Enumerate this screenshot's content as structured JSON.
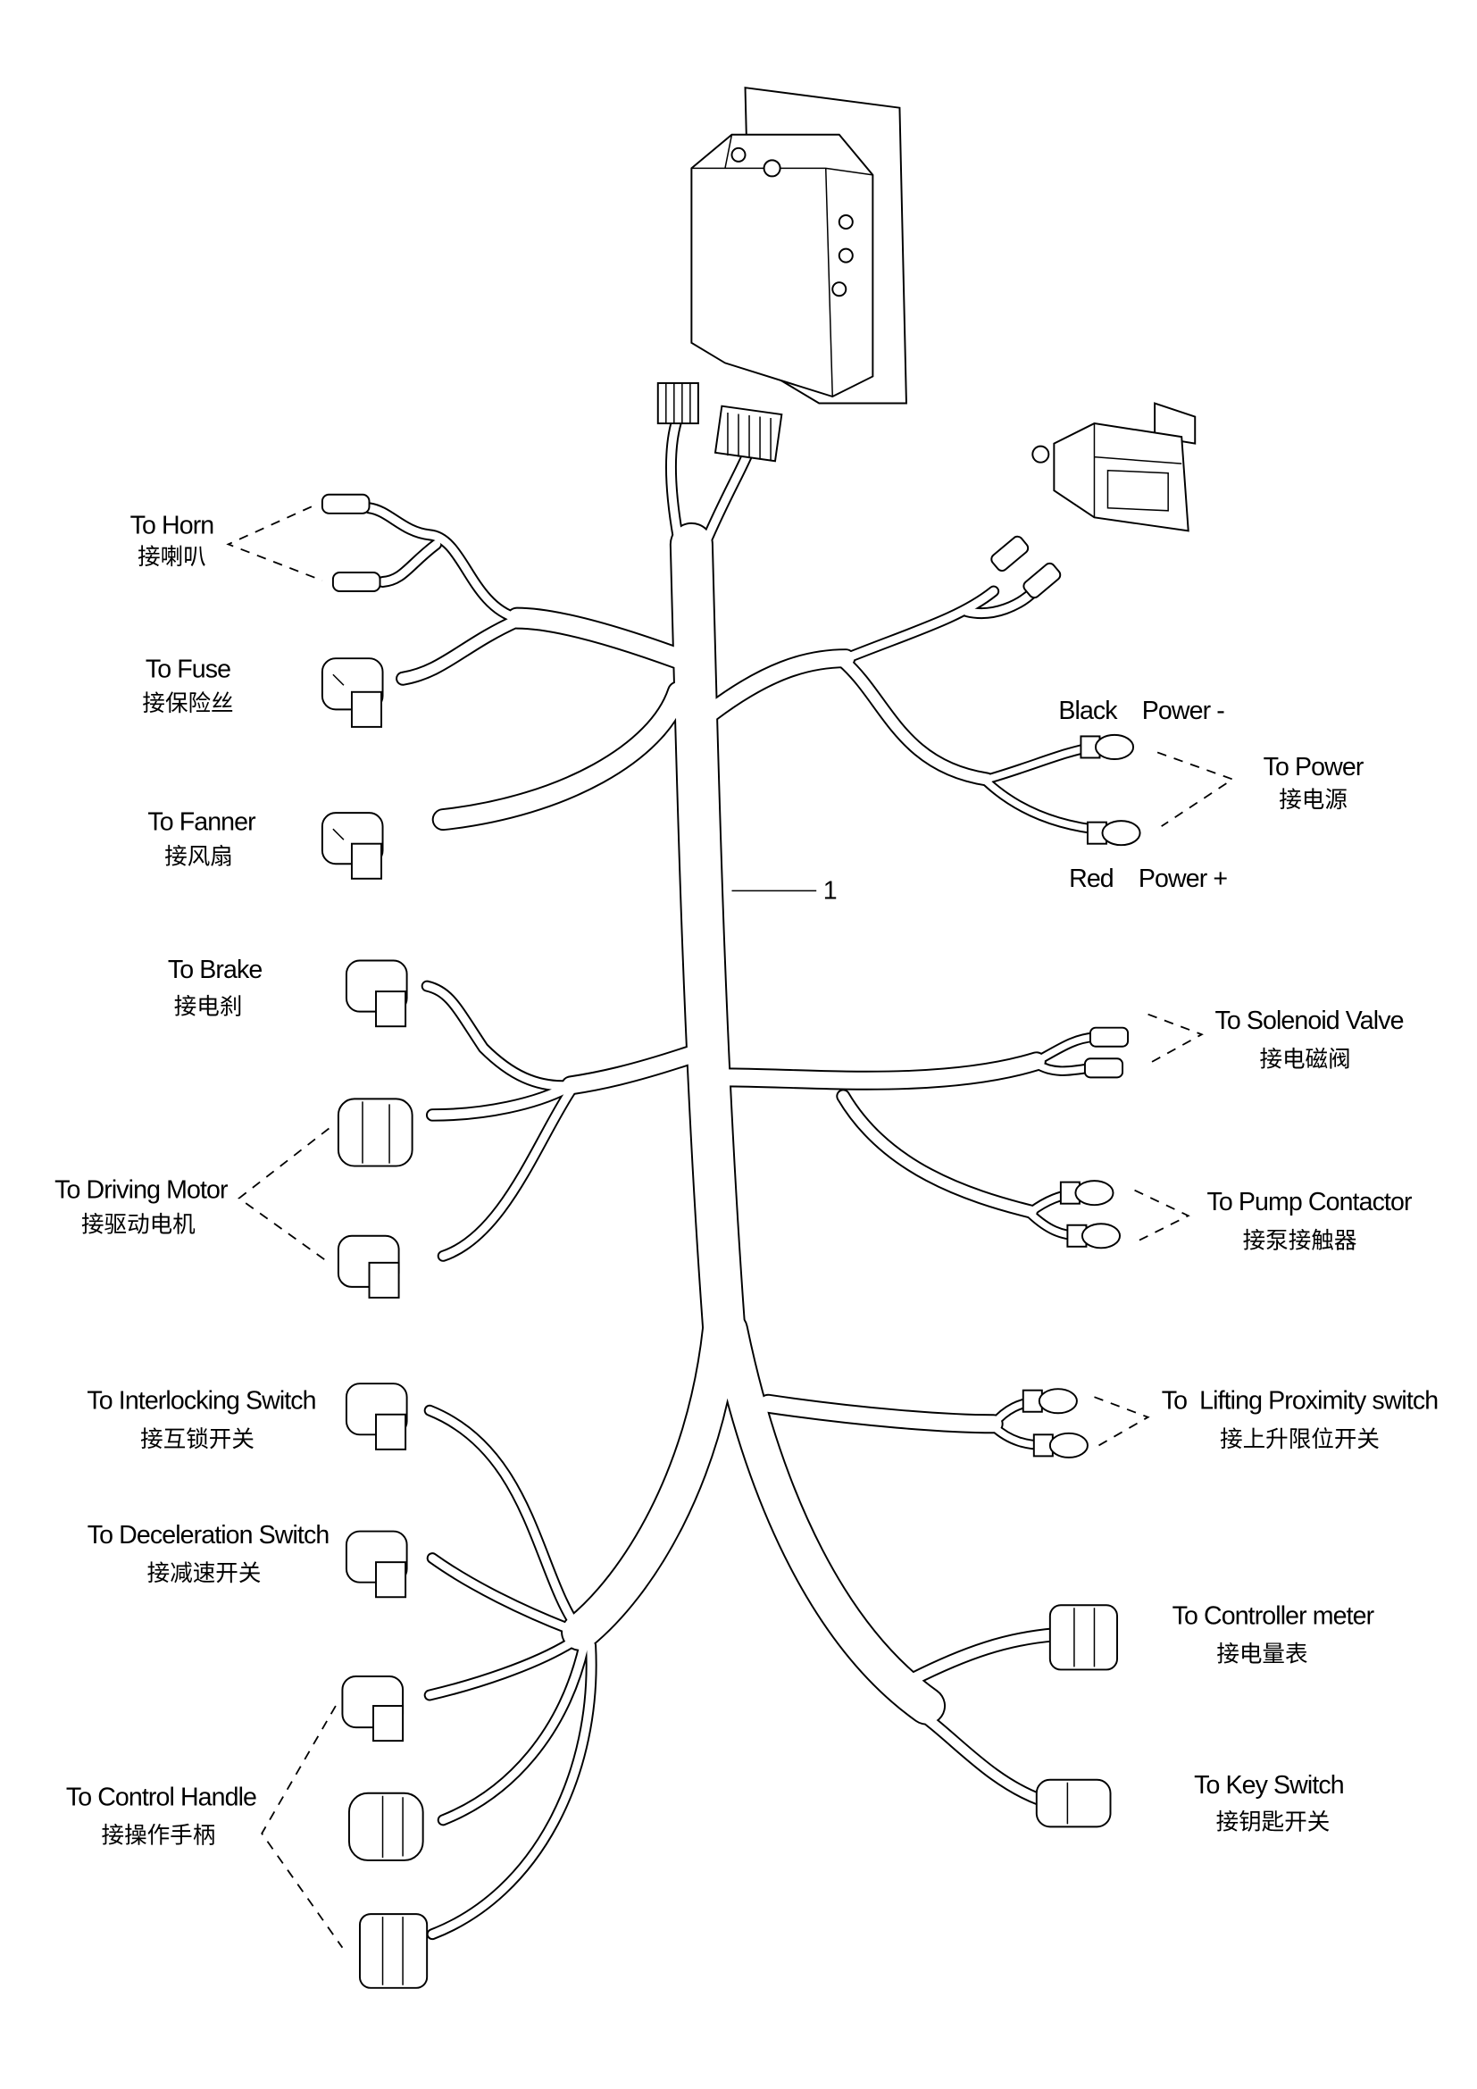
{
  "diagram": {
    "part_number": "1",
    "labels": {
      "horn": {
        "en": "To Horn",
        "zh": "接喇叭"
      },
      "fuse": {
        "en": "To  Fuse",
        "zh": "接保险丝"
      },
      "fanner": {
        "en": "To  Fanner",
        "zh": "接风扇"
      },
      "brake": {
        "en": "To  Brake",
        "zh": "接电刹"
      },
      "driving_motor": {
        "en": "To Driving Motor",
        "zh": "接驱动电机"
      },
      "interlocking_switch": {
        "en": "To Interlocking Switch",
        "zh": "接互锁开关"
      },
      "deceleration_switch": {
        "en": "To Deceleration Switch",
        "zh": "接减速开关"
      },
      "control_handle": {
        "en": "To Control Handle",
        "zh": "接操作手柄"
      },
      "power": {
        "en": "To Power",
        "zh": "接电源",
        "black": "Black    Power -",
        "red": "Red    Power +"
      },
      "solenoid_valve": {
        "en": "To Solenoid Valve",
        "zh": "接电磁阀"
      },
      "pump_contactor": {
        "en": "To Pump Contactor",
        "zh": "接泵接触器"
      },
      "lifting_proximity": {
        "en": "To  Lifting Proximity switch",
        "zh": "接上升限位开关"
      },
      "controller_meter": {
        "en": "To Controller meter",
        "zh": "接电量表"
      },
      "key_switch": {
        "en": "To Key Switch",
        "zh": "接钥匙开关"
      }
    }
  }
}
